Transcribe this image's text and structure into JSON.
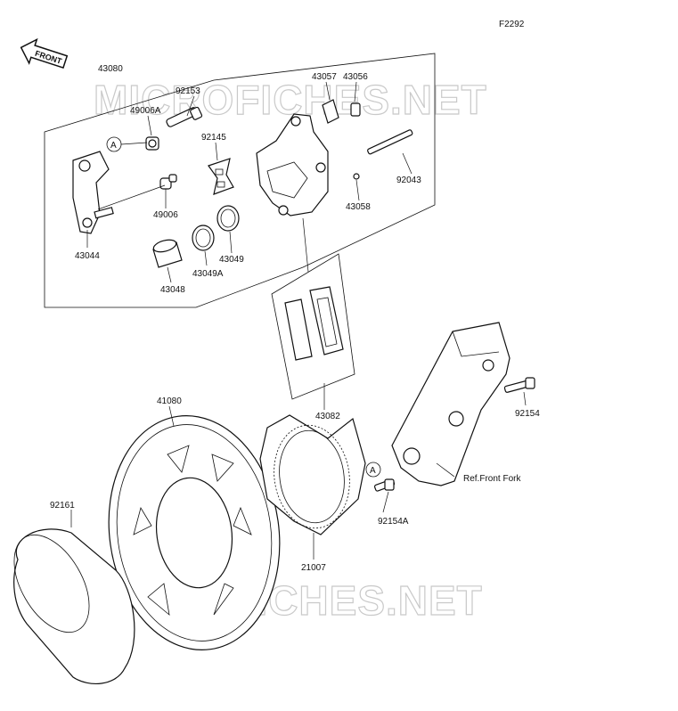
{
  "figure_code": "F2292",
  "front_label": "FRONT",
  "watermark": "MICROFICHES.NET",
  "ref_label": "Ref.Front Fork",
  "callout_a": "A",
  "parts": {
    "p43080": "43080",
    "p92153": "92153",
    "p49006A": "49006A",
    "p92145": "92145",
    "p43057": "43057",
    "p43056": "43056",
    "p92043": "92043",
    "p43058": "43058",
    "p49006": "49006",
    "p43044": "43044",
    "p43049": "43049",
    "p43049A": "43049A",
    "p43048": "43048",
    "p43082": "43082",
    "p41080": "41080",
    "p92154": "92154",
    "p92154A": "92154A",
    "p92161": "92161",
    "p21007": "21007"
  }
}
